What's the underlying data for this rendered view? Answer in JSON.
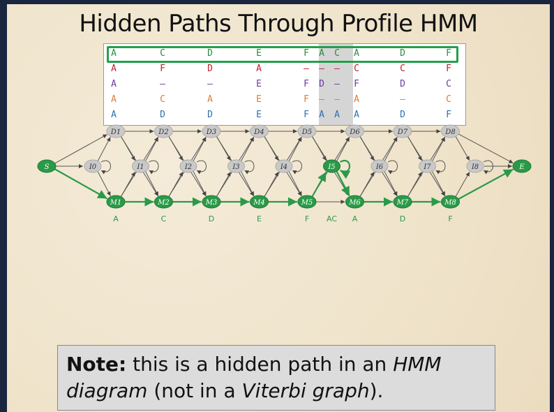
{
  "title": "Hidden Paths Through Profile HMM",
  "alignment": {
    "columns": [
      "A",
      "C",
      "D",
      "E",
      "F",
      "A",
      "C",
      "A",
      "D",
      "F"
    ],
    "rows": [
      {
        "cells": [
          "A",
          "C",
          "D",
          "E",
          "F",
          "A",
          "C",
          "A",
          "D",
          "F"
        ],
        "color": "#2d8a3d"
      },
      {
        "cells": [
          "A",
          "F",
          "D",
          "A",
          "–",
          "–",
          "–",
          "C",
          "C",
          "F"
        ],
        "color": "#c11f2a"
      },
      {
        "cells": [
          "A",
          "–",
          "–",
          "E",
          "F",
          "D",
          "–",
          "F",
          "D",
          "C"
        ],
        "color": "#6a3aa0"
      },
      {
        "cells": [
          "A",
          "C",
          "A",
          "E",
          "F",
          "–",
          "–",
          "A",
          "–",
          "C"
        ],
        "color": "#e07a3a"
      },
      {
        "cells": [
          "A",
          "D",
          "D",
          "E",
          "F",
          "A",
          "A",
          "A",
          "D",
          "F"
        ],
        "color": "#2f6fb0"
      }
    ]
  },
  "hmm": {
    "start": "S",
    "end": "E",
    "deletion_labels": [
      "D1",
      "D2",
      "D3",
      "D4",
      "D5",
      "D6",
      "D7",
      "D8"
    ],
    "insertion_labels": [
      "I0",
      "I1",
      "I2",
      "I3",
      "I4",
      "I5",
      "I6",
      "I7",
      "I8"
    ],
    "match_labels": [
      "M1",
      "M2",
      "M3",
      "M4",
      "M5",
      "M6",
      "M7",
      "M8"
    ],
    "emissions": [
      "A",
      "C",
      "D",
      "E",
      "F",
      "AC",
      "A",
      "D",
      "F"
    ],
    "path_color": "#2a9a48"
  },
  "note": {
    "bold": "Note:",
    "t1": " this is a hidden path in an ",
    "i1": "HMM diagram",
    "t2": " (not in a ",
    "i2": "Viterbi graph",
    "t3": ")."
  }
}
